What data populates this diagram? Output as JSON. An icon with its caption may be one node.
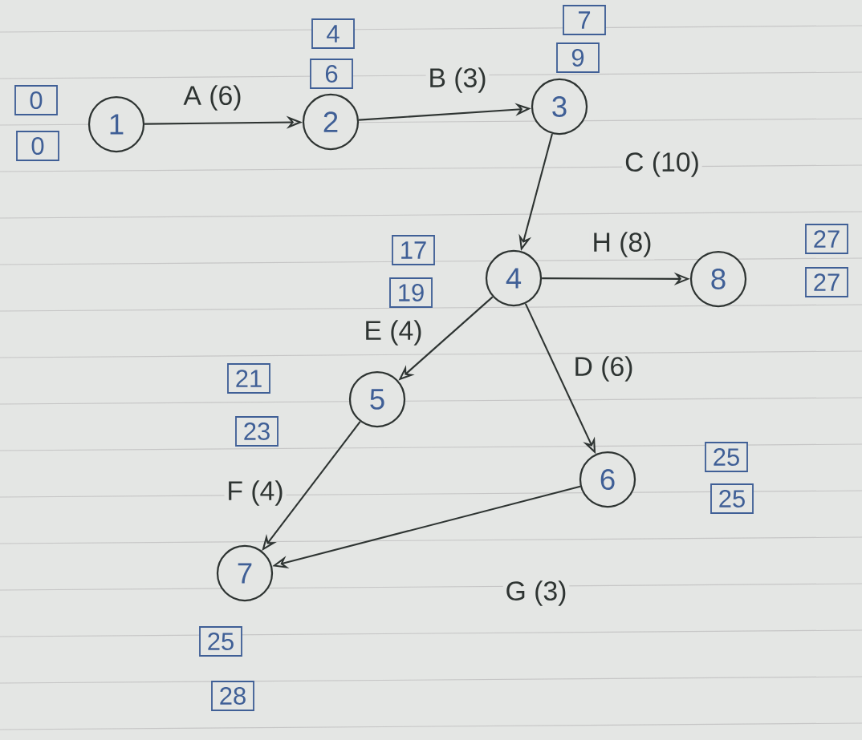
{
  "diagram": {
    "nodes": [
      {
        "text": [
          "1"
        ]
      },
      {
        "text": [
          "2"
        ]
      },
      {
        "text": [
          "3"
        ]
      },
      {
        "text": [
          "4"
        ]
      },
      {
        "text": [
          "5"
        ]
      },
      {
        "text": [
          "6"
        ]
      },
      {
        "text": [
          "7"
        ]
      },
      {
        "text": [
          "8"
        ]
      },
      {
        "text": [
          "0"
        ]
      },
      {
        "text": [
          "0"
        ]
      },
      {
        "text": [
          "4"
        ]
      },
      {
        "text": [
          "6"
        ]
      },
      {
        "text": [
          "7"
        ]
      },
      {
        "text": [
          "9"
        ]
      },
      {
        "text": [
          "17"
        ]
      },
      {
        "text": [
          "19"
        ]
      },
      {
        "text": [
          "27"
        ]
      },
      {
        "text": [
          "27"
        ]
      },
      {
        "text": [
          "21"
        ]
      },
      {
        "text": [
          "23"
        ]
      },
      {
        "text": [
          "25"
        ]
      },
      {
        "text": [
          "25"
        ]
      },
      {
        "text": [
          "25"
        ]
      },
      {
        "text": [
          "28"
        ]
      }
    ],
    "edges": [
      {
        "from": 0,
        "to": 1,
        "arrow": "to",
        "label": "A (6)"
      },
      {
        "from": 1,
        "to": 2,
        "arrow": "to",
        "label": "B (3)"
      },
      {
        "from": 2,
        "to": 3,
        "arrow": "to",
        "label": "C (10)"
      },
      {
        "from": 3,
        "to": 7,
        "arrow": "to",
        "label": "H (8)"
      },
      {
        "from": 3,
        "to": 4,
        "arrow": "to",
        "label": "E (4)"
      },
      {
        "from": 3,
        "to": 5,
        "arrow": "to",
        "label": "D (6)"
      },
      {
        "from": 4,
        "to": 6,
        "arrow": "to",
        "label": "F (4)"
      },
      {
        "from": 5,
        "to": 6,
        "arrow": "to",
        "label": "G (3)"
      }
    ]
  }
}
